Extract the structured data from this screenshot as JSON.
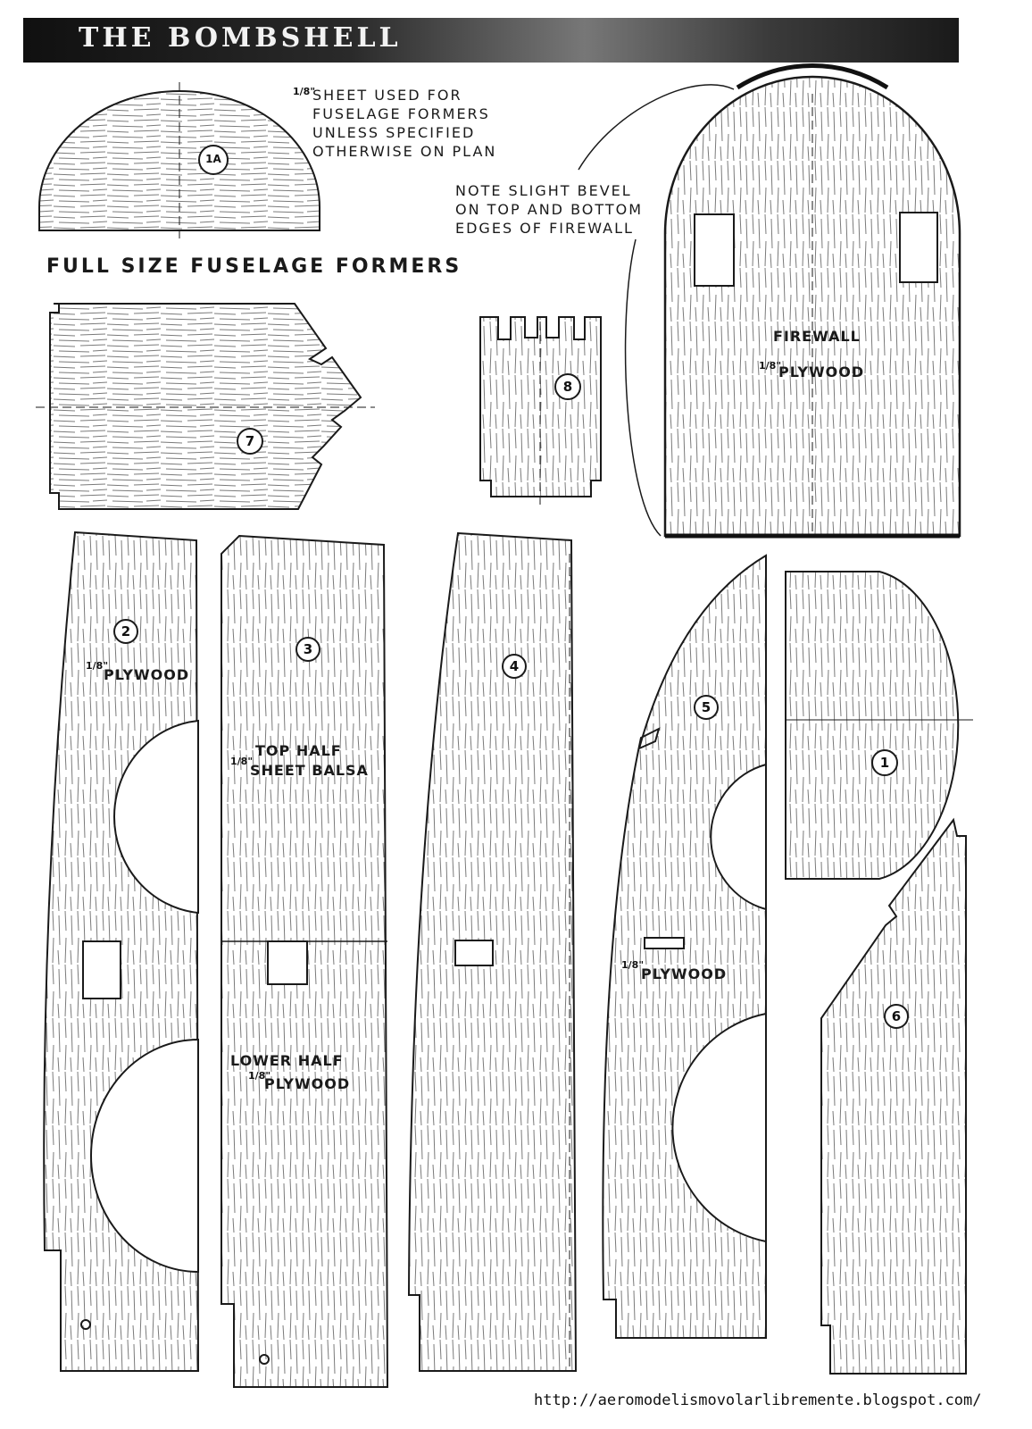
{
  "header": {
    "title": "THE BOMBSHELL"
  },
  "heading": "FULL SIZE FUSELAGE FORMERS",
  "notes": {
    "sheet_fraction": "1/8\"",
    "sheet_lines": [
      "SHEET USED FOR",
      "FUSELAGE FORMERS",
      "UNLESS SPECIFIED",
      "OTHERWISE ON PLAN"
    ],
    "bevel_lines": [
      "NOTE SLIGHT BEVEL",
      "ON TOP AND BOTTOM",
      "EDGES OF FIREWALL"
    ]
  },
  "parts": {
    "p1a": {
      "number": "1A"
    },
    "p7": {
      "number": "7"
    },
    "p8": {
      "number": "8"
    },
    "firewall": {
      "name": "FIREWALL",
      "fraction": "1/8\"",
      "material": "PLYWOOD"
    },
    "p2": {
      "number": "2",
      "fraction": "1/8\"",
      "material": "PLYWOOD"
    },
    "p3": {
      "number": "3",
      "top_fraction": "1/8\"",
      "top_label": "TOP HALF",
      "top_material": "SHEET BALSA",
      "bottom_label": "LOWER HALF",
      "bottom_fraction": "1/8\"",
      "bottom_material": "PLYWOOD"
    },
    "p4": {
      "number": "4"
    },
    "p5": {
      "number": "5",
      "fraction": "1/8\"",
      "material": "PLYWOOD"
    },
    "p1": {
      "number": "1"
    },
    "p6": {
      "number": "6"
    }
  },
  "footer": {
    "url": "http://aeromodelismovolarlibremente.blogspot.com/"
  },
  "colors": {
    "ink": "#1a1a1a",
    "grain": "#6e6e6e",
    "banner": "#1c1c1c"
  }
}
